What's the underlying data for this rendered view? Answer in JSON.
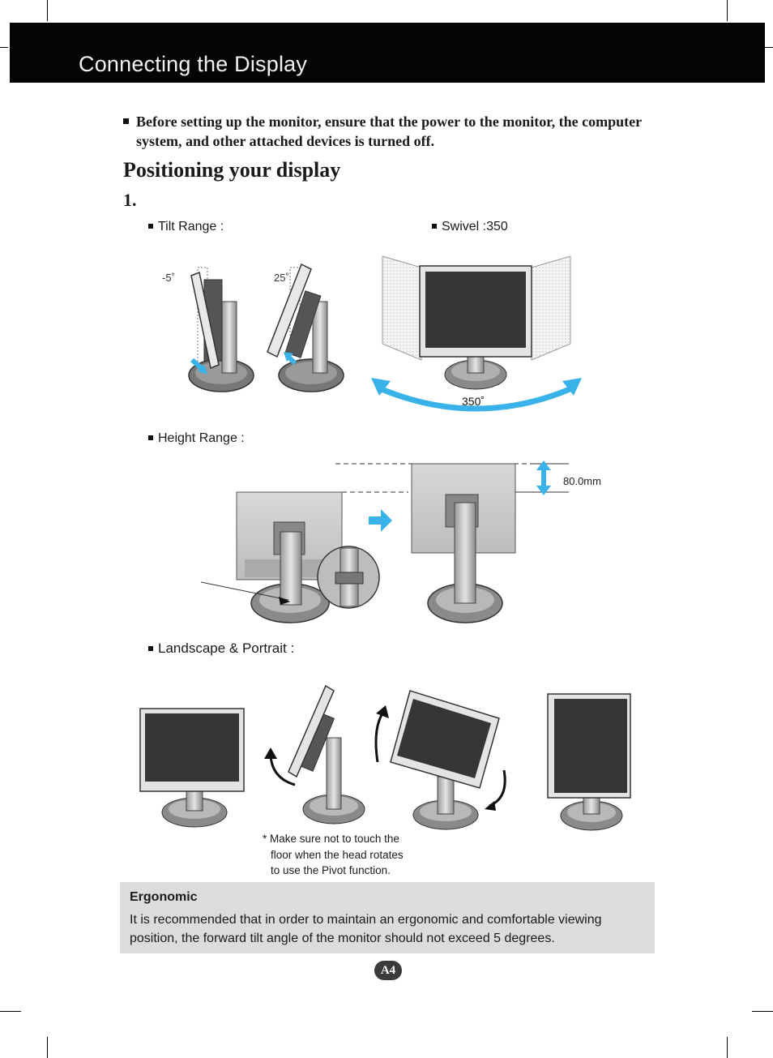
{
  "header": {
    "title": "Connecting the Display"
  },
  "intro": {
    "line1": "Before setting up the monitor, ensure that the power to the monitor, the computer",
    "line2": "system, and other attached devices is turned off."
  },
  "section": {
    "title": "Positioning your display",
    "step": "1."
  },
  "tilt": {
    "label": "Tilt Range :",
    "angle_back": "-5˚",
    "angle_forward": "25˚"
  },
  "swivel": {
    "label": "Swivel :350",
    "angle": "350˚"
  },
  "height": {
    "label": "Height Range :",
    "value": "80.0mm"
  },
  "landscape": {
    "label": "Landscape & Portrait :"
  },
  "note": {
    "line1": "* Make sure not to touch the",
    "line2": "floor when the head rotates",
    "line3": "to use the Pivot function."
  },
  "ergonomic": {
    "title": "Ergonomic",
    "line1": "It is recommended that in order to maintain an ergonomic and comfortable viewing",
    "line2": "position, the forward tilt angle of the monitor should not exceed 5 degrees."
  },
  "page": {
    "number": "A4"
  },
  "colors": {
    "header_bg": "#050505",
    "arrow": "#38b2e8",
    "note_box": "#dcdcdc"
  }
}
